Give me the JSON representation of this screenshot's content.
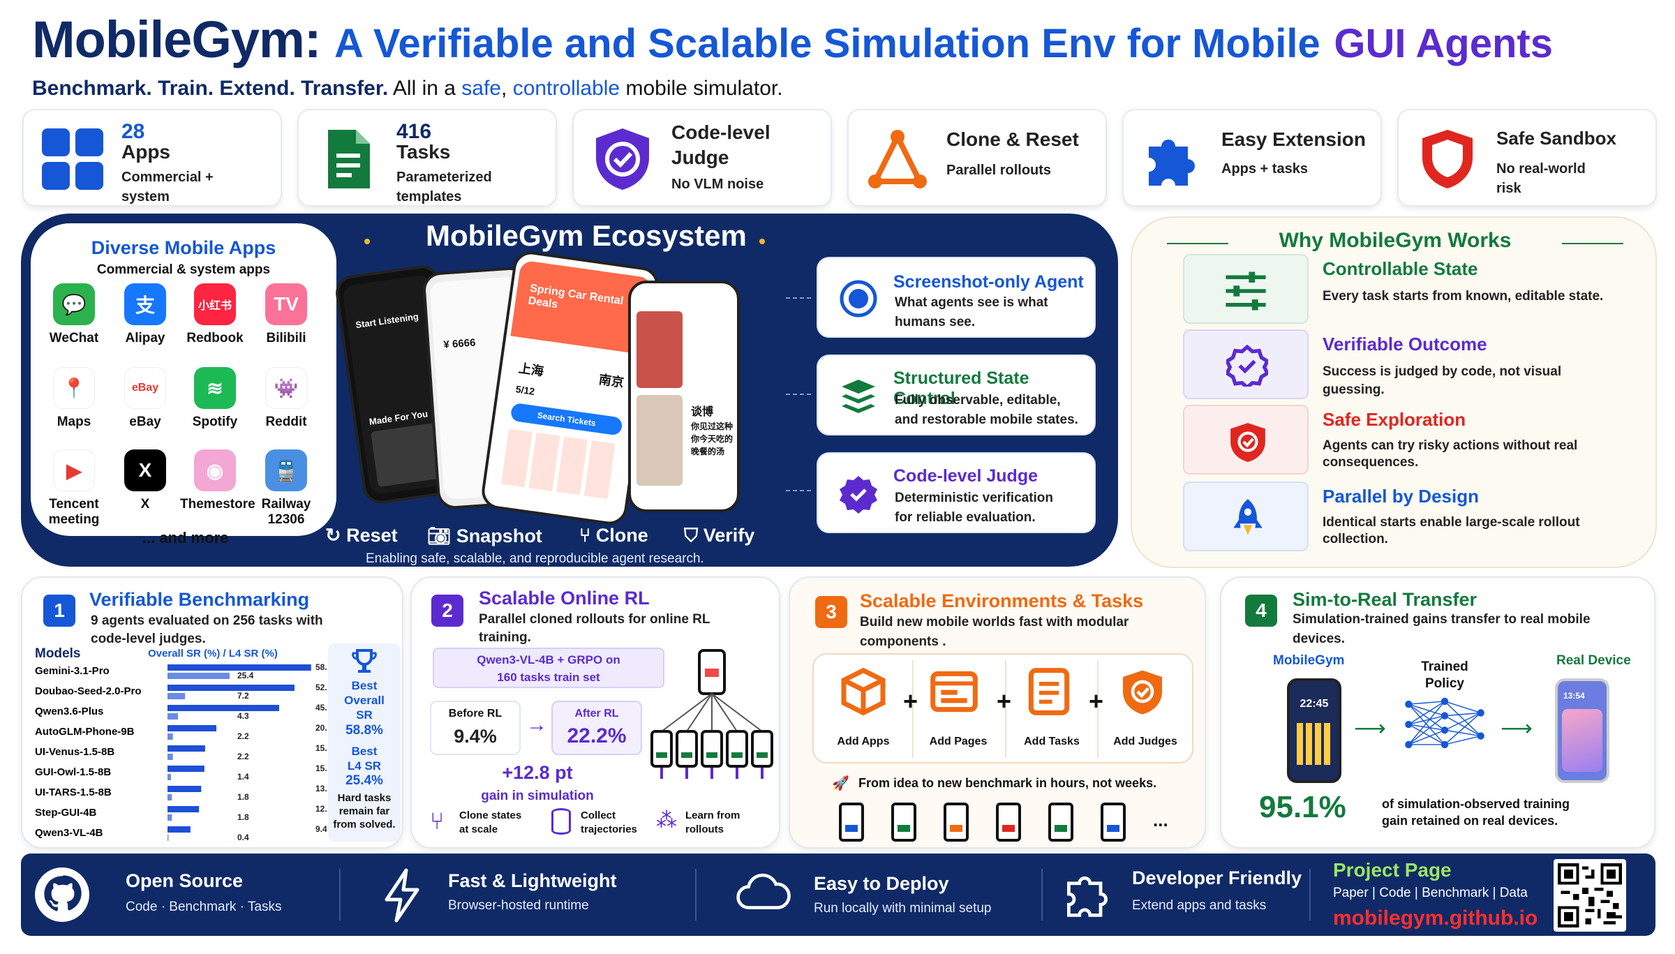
{
  "header": {
    "title_main": "MobileGym:",
    "title_rest": "A Verifiable and Scalable Simulation Env for Mobile",
    "title_accent": "GUI Agents",
    "tagline_bold": "Benchmark. Train. Extend. Transfer.",
    "tagline_pre": "All in a",
    "tagline_safe": "safe",
    "tagline_comma": ",",
    "tagline_controllable": "controllable",
    "tagline_post": "mobile simulator."
  },
  "stats": [
    {
      "big": "28",
      "label": "Apps",
      "sub1": "Commercial +",
      "sub2": "system"
    },
    {
      "big": "416",
      "label": "Tasks",
      "sub1": "Parameterized",
      "sub2": "templates"
    },
    {
      "label1": "Code-level",
      "label2": "Judge",
      "sub1": "No VLM noise"
    },
    {
      "label": "Clone & Reset",
      "sub1": "Parallel rollouts"
    },
    {
      "label": "Easy Extension",
      "sub1": "Apps + tasks"
    },
    {
      "label": "Safe Sandbox",
      "sub1": "No real-world",
      "sub2": "risk"
    }
  ],
  "ecosystem": {
    "title": "MobileGym Ecosystem",
    "apps_title": "Diverse Mobile Apps",
    "apps_sub": "Commercial & system apps",
    "apps": [
      {
        "name": "WeChat",
        "color": "#2bb24c",
        "glyph": "💬"
      },
      {
        "name": "Alipay",
        "color": "#1677ff",
        "glyph": "支"
      },
      {
        "name": "Redbook",
        "color": "#ff2442",
        "glyph": "小红书"
      },
      {
        "name": "Bilibili",
        "color": "#fb7299",
        "glyph": "TV"
      },
      {
        "name": "Maps",
        "color": "#ffffff",
        "glyph": "📍"
      },
      {
        "name": "eBay",
        "color": "#ffffff",
        "glyph": "eBay"
      },
      {
        "name": "Spotify",
        "color": "#1db954",
        "glyph": "≋"
      },
      {
        "name": "Reddit",
        "color": "#ffffff",
        "glyph": "👾"
      },
      {
        "name": "Tencent\nmeeting",
        "color": "#ffffff",
        "glyph": "▶"
      },
      {
        "name": "X",
        "color": "#000000",
        "glyph": "X"
      },
      {
        "name": "Themestore",
        "color": "#f3a7d4",
        "glyph": "◉"
      },
      {
        "name": "Railway\n12306",
        "color": "#4a90e2",
        "glyph": "🚆"
      }
    ],
    "and_more": "... and more",
    "actions": [
      "Reset",
      "Snapshot",
      "Clone",
      "Verify"
    ],
    "caption": "Enabling safe, scalable, and reproducible agent research.",
    "phone_texts": {
      "p1_title": "Start Listening",
      "p1_made": "Made For You",
      "p2_amount": "¥ 6666",
      "p3_title": "Spring Car Rental Deals",
      "p3_city1": "上海",
      "p3_city2": "南京",
      "p3_date": "5/12",
      "p3_btn": "Search Tickets",
      "p4_title": "谈博",
      "p4_lines": "你见过这种 你今天吃的 晚餐的汤"
    },
    "features": [
      {
        "title": "Screenshot-only Agent",
        "d1": "What agents see is what",
        "d2": "humans see."
      },
      {
        "title": "Structured State Control",
        "d1": "Fully observable, editable,",
        "d2": "and restorable mobile states."
      },
      {
        "title": "Code-level Judge",
        "d1": "Deterministic verification",
        "d2": "for reliable evaluation."
      }
    ]
  },
  "why": {
    "title": "Why MobileGym Works",
    "items": [
      {
        "title": "Controllable State",
        "d1": "Every task starts from known, editable state.",
        "d2": ""
      },
      {
        "title": "Verifiable Outcome",
        "d1": "Success is judged by code, not visual guessing.",
        "d2": ""
      },
      {
        "title": "Safe Exploration",
        "d1": "Agents can try risky actions without real",
        "d2": "consequences."
      },
      {
        "title": "Parallel by Design",
        "d1": "Identical starts enable large-scale rollout",
        "d2": "collection."
      }
    ]
  },
  "s1": {
    "num": "1",
    "title": "Verifiable Benchmarking",
    "d1": "9 agents evaluated on 256 tasks with",
    "d2": "code-level judges.",
    "col_models": "Models",
    "col_sr": "Overall SR (%) / L4 SR (%)",
    "best1": "Best",
    "best1b": "Overall",
    "best1c": "SR",
    "best1v": "58.8%",
    "best2": "Best",
    "best2b": "L4 SR",
    "best2v": "25.4%",
    "note1": "Hard tasks",
    "note2": "remain far",
    "note3": "from solved."
  },
  "chart_data": {
    "type": "bar",
    "categories": [
      "Gemini-3.1-Pro",
      "Doubao-Seed-2.0-Pro",
      "Qwen3.6-Plus",
      "AutoGLM-Phone-9B",
      "UI-Venus-1.5-8B",
      "GUI-Owl-1.5-8B",
      "UI-TARS-1.5-8B",
      "Step-GUI-4B",
      "Qwen3-VL-4B"
    ],
    "series": [
      {
        "name": "Overall SR (%)",
        "values": [
          58.8,
          52.0,
          45.7,
          20.0,
          15.4,
          15.1,
          13.8,
          12.9,
          9.4
        ]
      },
      {
        "name": "L4 SR (%)",
        "values": [
          25.4,
          7.2,
          4.3,
          2.2,
          2.2,
          1.4,
          1.8,
          1.8,
          0.4
        ]
      }
    ],
    "xlabel": "",
    "ylabel": "",
    "xlim": [
      0,
      60
    ]
  },
  "s2": {
    "num": "2",
    "title": "Scalable Online RL",
    "d1": "Parallel cloned rollouts for online RL",
    "d2": "training.",
    "recipe1": "Qwen3-VL-4B + GRPO on",
    "recipe2": "160 tasks train set",
    "before_label": "Before RL",
    "before_val": "9.4%",
    "after_label": "After RL",
    "after_val": "22.2%",
    "gain": "+12.8 pt",
    "gain_sub": "gain in simulation",
    "f1a": "Clone states",
    "f1b": "at scale",
    "f2a": "Collect",
    "f2b": "trajectories",
    "f3a": "Learn from",
    "f3b": "rollouts"
  },
  "s3": {
    "num": "3",
    "title": "Scalable Environments & Tasks",
    "d1": "Build new mobile worlds fast with modular",
    "d2": "components .",
    "parts": [
      "Add Apps",
      "Add Pages",
      "Add Tasks",
      "Add Judges"
    ],
    "plus": "+",
    "note": "From idea to new benchmark in hours, not weeks.",
    "ellipsis": "..."
  },
  "s4": {
    "num": "4",
    "title": "Sim-to-Real Transfer",
    "d1": "Simulation-trained gains transfer to real mobile",
    "d2": "devices.",
    "left": "MobileGym",
    "mid1": "Trained",
    "mid2": "Policy",
    "right": "Real Device",
    "clock1": "22:45",
    "clock2": "13:54",
    "pct": "95.1%",
    "pct_d1": "of simulation-observed training",
    "pct_d2": "gain retained on real devices."
  },
  "footer": {
    "items": [
      {
        "t1": "Open Source",
        "t2": "Code · Benchmark · Tasks"
      },
      {
        "t1": "Fast & Lightweight",
        "t2": "Browser-hosted runtime"
      },
      {
        "t1": "Easy to Deploy",
        "t2": "Run locally with minimal setup"
      },
      {
        "t1": "Developer Friendly",
        "t2": "Extend apps and tasks"
      }
    ],
    "project": "Project Page",
    "links": "Paper | Code | Benchmark | Data",
    "url": "mobilegym.github.io"
  },
  "colors": {
    "navy": "#0f2a66",
    "blue": "#1557d6",
    "purple": "#5b2bd0",
    "red": "#e0261f",
    "orange": "#f06a12",
    "green": "#137a3d"
  }
}
